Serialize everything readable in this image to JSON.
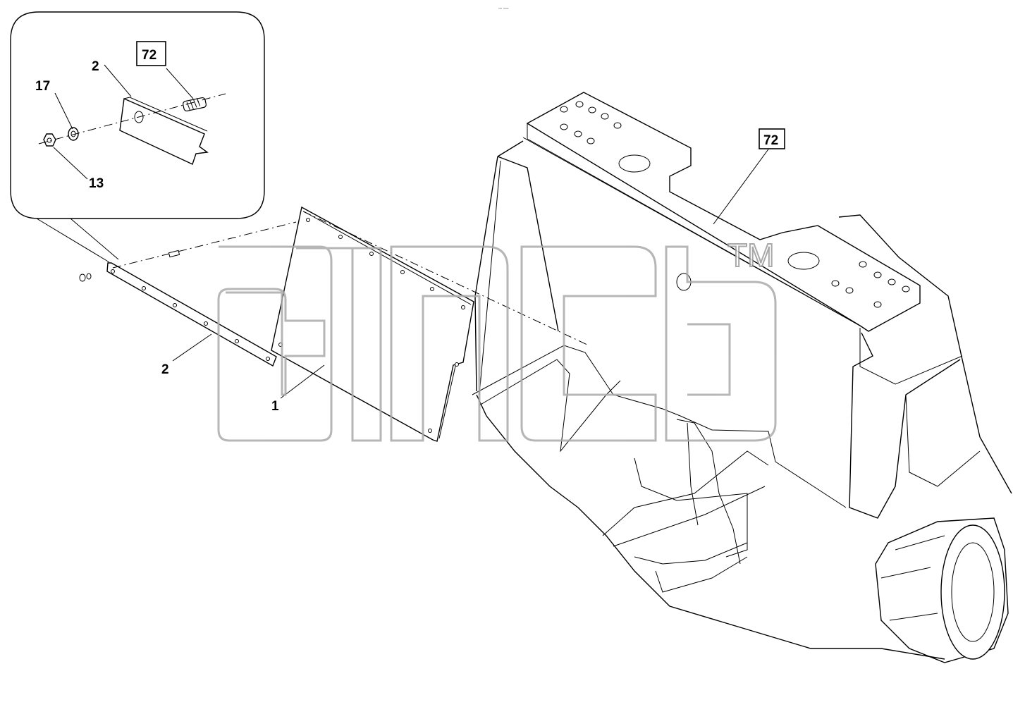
{
  "header_mark": "▫▫ ▫▫▫",
  "watermark": {
    "trademark": "TM"
  },
  "callouts": {
    "part_1": "1",
    "part_2_detail": "2",
    "part_2_main": "2",
    "part_13": "13",
    "part_17": "17",
    "ref_72_detail": "72",
    "ref_72_main": "72"
  }
}
